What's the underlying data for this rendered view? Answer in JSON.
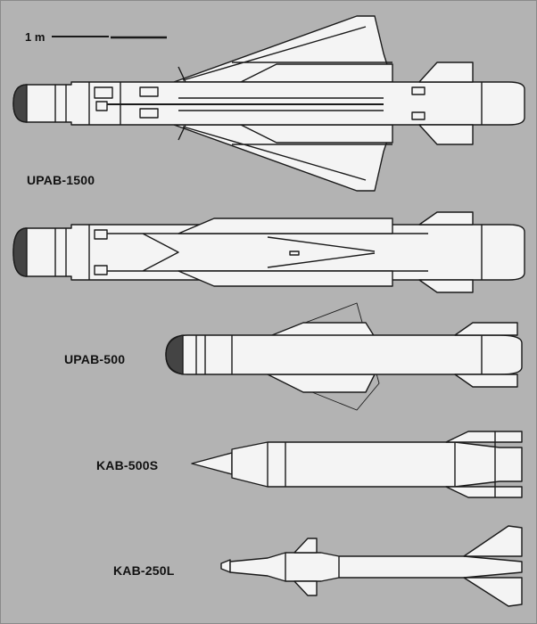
{
  "scale": {
    "label": "1 m"
  },
  "weapons": [
    {
      "name": "UPAB-1500"
    },
    {
      "name": "UPAB-500"
    },
    {
      "name": "KAB-500S"
    },
    {
      "name": "KAB-250L"
    }
  ]
}
